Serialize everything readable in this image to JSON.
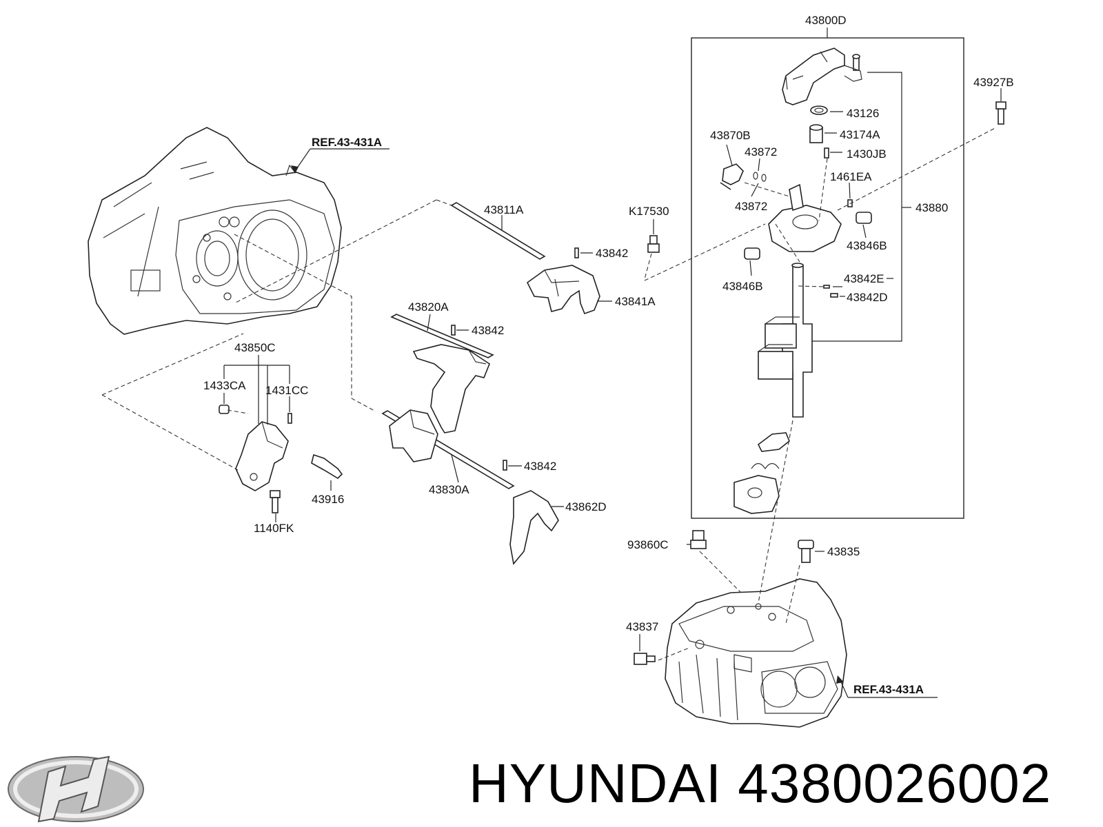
{
  "labels": {
    "l43800D": "43800D",
    "l43927B": "43927B",
    "l43126": "43126",
    "l43870B": "43870B",
    "l43174A": "43174A",
    "l43872a": "43872",
    "l1430JB": "1430JB",
    "l1461EA": "1461EA",
    "l43872b": "43872",
    "l43880": "43880",
    "l43846Ba": "43846B",
    "l43846Bb": "43846B",
    "l43842E": "43842E",
    "l43842D": "43842D",
    "l43811A": "43811A",
    "lK17530": "K17530",
    "l43842a": "43842",
    "l43841A": "43841A",
    "l43820A": "43820A",
    "l43842b": "43842",
    "l43850C": "43850C",
    "l1433CA": "1433CA",
    "l1431CC": "1431CC",
    "l43916": "43916",
    "l1140FK": "1140FK",
    "l43830A": "43830A",
    "l43842c": "43842",
    "l43862D": "43862D",
    "l93860C": "93860C",
    "l43835": "43835",
    "l43837": "43837",
    "refTop": "REF.43-431A",
    "refBottom": "REF.43-431A"
  },
  "brand": {
    "caption": "HYUNDAI 4380026002",
    "logo": "hyundai-logo"
  }
}
